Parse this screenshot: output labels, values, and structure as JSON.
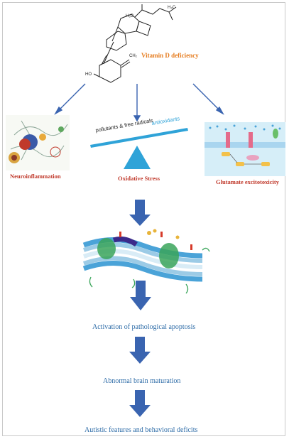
{
  "labels": {
    "vitamin_d": "Vitamin D deficiency",
    "neuroinflammation": "Neuroinflammation",
    "oxidative_stress": "Oxidative Stress",
    "glutamate": "Glutamate excitotoxicity",
    "pollutants": "pollutants & free radicals",
    "antioxidants": "antioxidants",
    "ho": "HO",
    "step1": "Activation of pathological apoptosis",
    "step2": "Abnormal brain maturation",
    "step3": "Autistic features and behavioral deficits"
  },
  "colors": {
    "arrow": "#3a64b0",
    "label_orange": "#e67e22",
    "label_red": "#c0392b",
    "step_text": "#2f6da8",
    "seesaw": "#2fa3d8",
    "membrane": "#4aa3d8"
  }
}
